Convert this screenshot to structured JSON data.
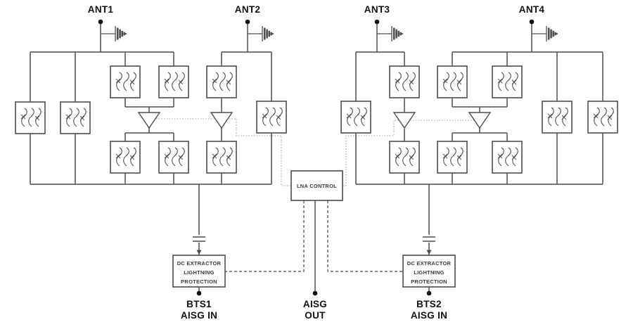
{
  "diagram": {
    "type": "rf-block-diagram",
    "antennas": [
      {
        "id": "ant1",
        "label": "ANT1"
      },
      {
        "id": "ant2",
        "label": "ANT2"
      },
      {
        "id": "ant3",
        "label": "ANT3"
      },
      {
        "id": "ant4",
        "label": "ANT4"
      }
    ],
    "lna_control": {
      "label": "LNA CONTROL"
    },
    "dc_extractor_left": {
      "lines": [
        "DC EXTRACTOR",
        "LIGHTNING",
        "PROTECTION"
      ]
    },
    "dc_extractor_right": {
      "lines": [
        "DC EXTRACTOR",
        "LIGHTNING",
        "PROTECTION"
      ]
    },
    "ports": {
      "bts1": [
        "BTS1",
        "AISG IN"
      ],
      "aisg_out": [
        "AISG",
        "OUT"
      ],
      "bts2": [
        "BTS2",
        "AISG IN"
      ]
    },
    "icons": {
      "rf-filter-icon": "box with three wavy resonator lines and two x marks",
      "lna-amplifier-icon": "downward-pointing triangle",
      "surge-arrester-icon": "hatched cone ground symbol",
      "terminal-icon": "filled dot",
      "dc-block-icon": "capacitor double bar"
    },
    "colors": {
      "line": "#4d4d4d",
      "dotted": "#9e9e9e",
      "dashed": "#474747",
      "terminal": "#111111",
      "label_text": "#111111",
      "box_text": "#3a3a3a",
      "background": "#ffffff"
    }
  }
}
